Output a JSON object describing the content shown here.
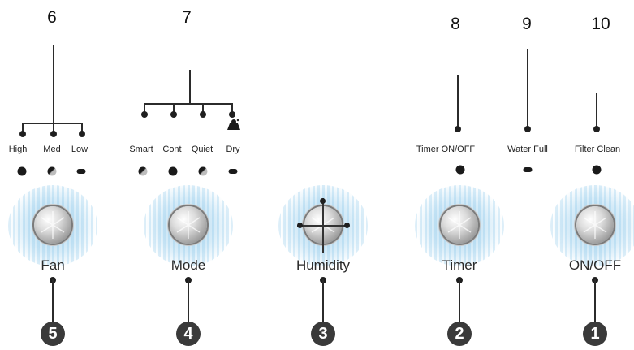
{
  "callouts_top": [
    "6",
    "7",
    "8",
    "9",
    "10"
  ],
  "indicators": {
    "fan": [
      "High",
      "Med",
      "Low"
    ],
    "mode": [
      "Smart",
      "Cont",
      "Quiet",
      "Dry"
    ],
    "timer": "Timer ON/OFF",
    "water": "Water Full",
    "filter": "Filter Clean"
  },
  "buttons": [
    {
      "label": "Fan",
      "number": "5"
    },
    {
      "label": "Mode",
      "number": "4"
    },
    {
      "label": "Humidity",
      "number": "3"
    },
    {
      "label": "Timer",
      "number": "2"
    },
    {
      "label": "ON/OFF",
      "number": "1"
    }
  ]
}
